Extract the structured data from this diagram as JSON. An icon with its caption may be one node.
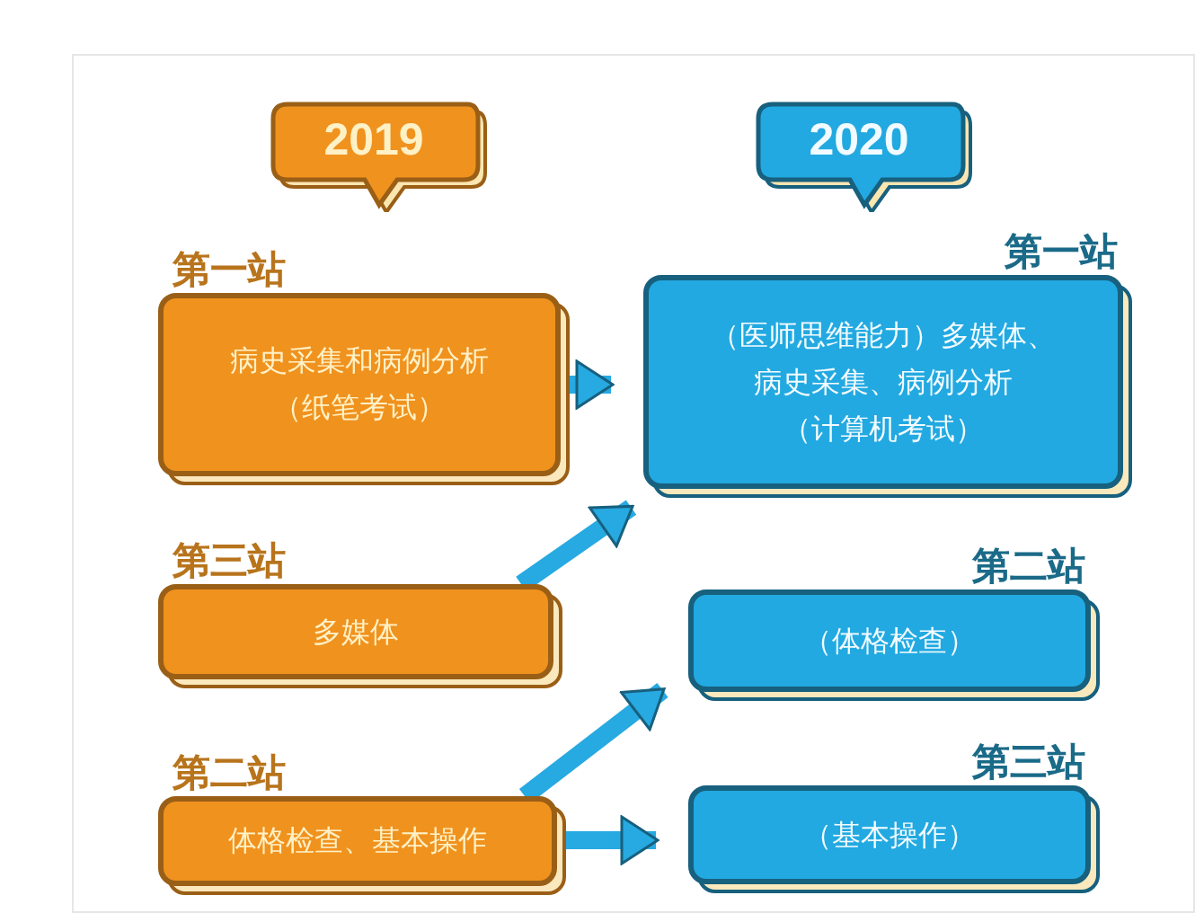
{
  "diagram": {
    "nodes": [
      {
        "text": [
          "2019"
        ]
      },
      {
        "text": [
          "2020"
        ]
      },
      {
        "text": [
          "第一站",
          "病史采集和病例分析（纸笔考试）"
        ]
      },
      {
        "text": [
          "第三站",
          "多媒体"
        ]
      },
      {
        "text": [
          "第二站",
          "体格检查、基本操作"
        ]
      },
      {
        "text": [
          "第一站",
          "（医师思维能力）多媒体、病史采集、病例分析（计算机考试）"
        ]
      },
      {
        "text": [
          "第二站",
          "（体格检查）"
        ]
      },
      {
        "text": [
          "第三站",
          "（基本操作）"
        ]
      }
    ],
    "edges": [
      {
        "from": 2,
        "to": 5,
        "arrow": "to"
      },
      {
        "from": 3,
        "to": 5,
        "arrow": "to"
      },
      {
        "from": 4,
        "to": 6,
        "arrow": "to"
      },
      {
        "from": 4,
        "to": 7,
        "arrow": "to"
      }
    ]
  }
}
